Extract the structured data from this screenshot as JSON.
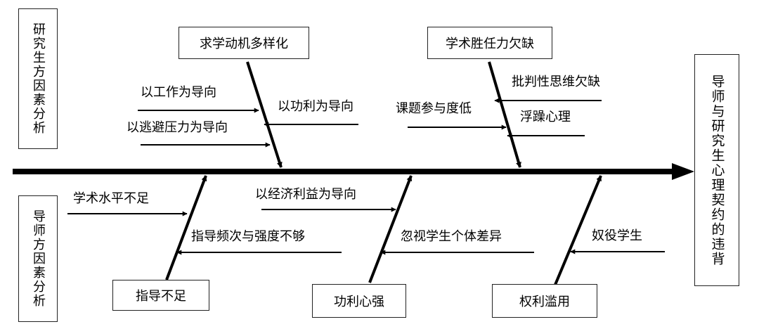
{
  "left_labels": {
    "student": "研究生方因素分析",
    "supervisor": "导师方因素分析"
  },
  "effect": "导师与研究生心理契约的违背",
  "categories": {
    "motivation": "求学动机多样化",
    "competence": "学术胜任力欠缺",
    "guidance": "指导不足",
    "utilitarian": "功利心强",
    "abuse": "权利滥用"
  },
  "causes": {
    "work_oriented": "以工作为导向",
    "escape_oriented": "以逃避压力为导向",
    "utility_oriented": "以功利为导向",
    "critical_thinking": "批判性思维欠缺",
    "low_participation": "课题参与度低",
    "impetuous": "浮躁心理",
    "academic_level": "学术水平不足",
    "guidance_frequency": "指导频次与强度不够",
    "economic_oriented": "以经济利益为导向",
    "ignore_differences": "忽视学生个体差异",
    "enslave": "奴役学生"
  }
}
